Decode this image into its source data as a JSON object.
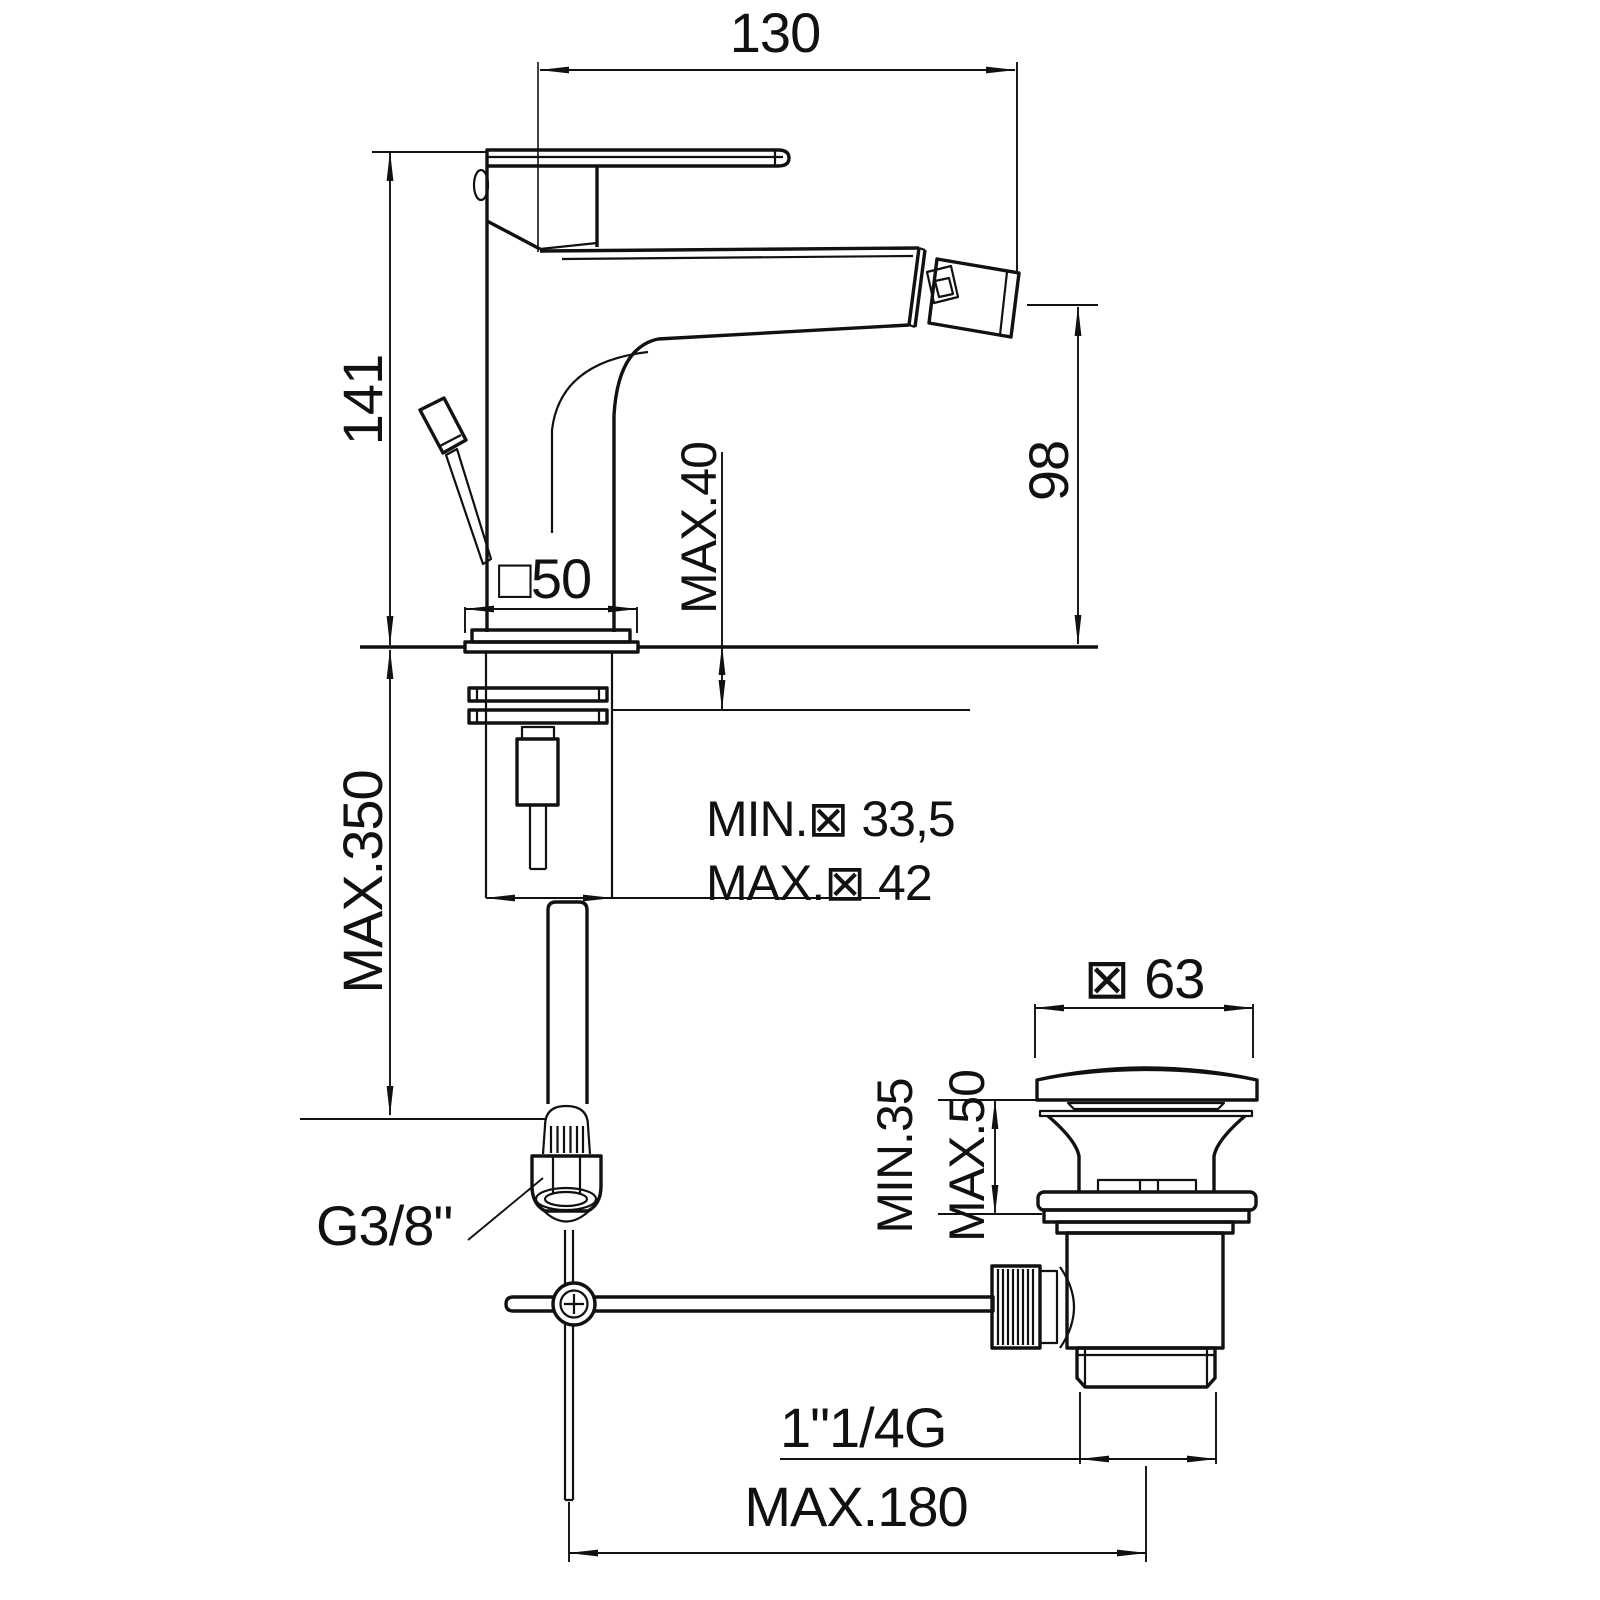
{
  "drawing": {
    "background": "#ffffff",
    "line_color": "#111111",
    "description": "Technical dimension drawing of a single-lever bidet mixer tap with flexible supply hose and pop-up waste drain",
    "labels": {
      "spout_reach": "130",
      "body_height": "141",
      "outlet_height": "98",
      "deck_thickness": "MAX.40",
      "base_square": "□50",
      "hose_length": "MAX.350",
      "hole_min": "MIN.⊠ 33,5",
      "hole_max": "MAX.⊠ 42",
      "inlet_thread": "G3/8\"",
      "cap_diameter": "⊠ 63",
      "basin_min": "MIN.35",
      "basin_max": "MAX.50",
      "waste_thread": "1\"1/4G",
      "rod_reach": "MAX.180"
    }
  }
}
